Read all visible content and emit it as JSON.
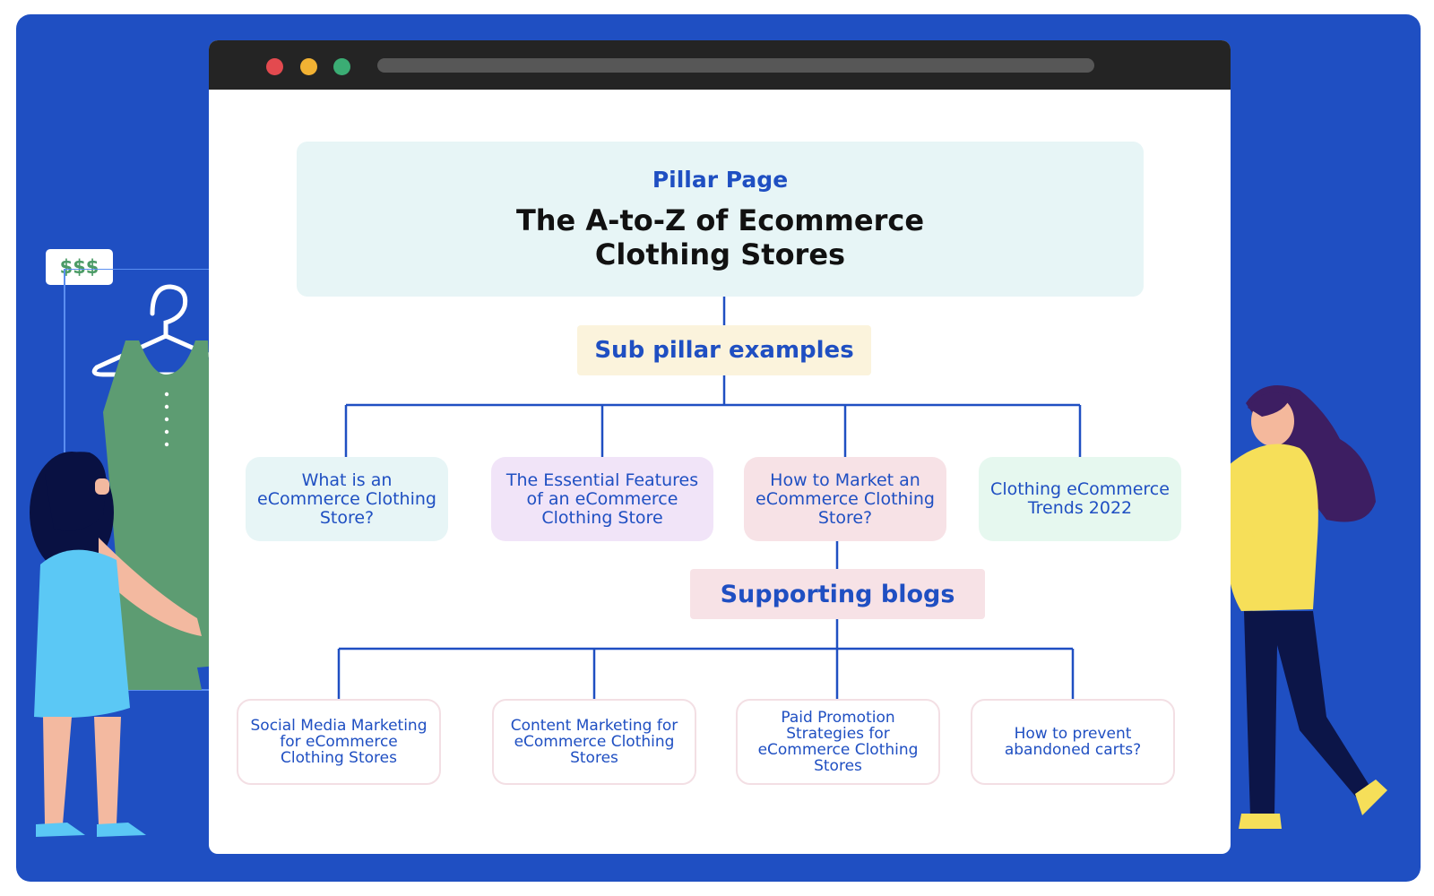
{
  "colors": {
    "frame": "#1f4fc2",
    "accent": "#1f4fc2",
    "titlebar": "#242424",
    "pillar_bg": "#e7f5f6",
    "subpillar_label_bg": "#fbf3dc",
    "supporting_label_bg": "#f7e2e6"
  },
  "browser": {
    "controls": [
      "close-dot-red",
      "minimize-dot-yellow",
      "maximize-dot-green"
    ]
  },
  "pillar": {
    "kicker": "Pillar Page",
    "title": "The A-to-Z of Ecommerce Clothing Stores"
  },
  "sub_pillar_label": "Sub pillar examples",
  "sub_pillars": [
    {
      "text": "What is an eCommerce Clothing Store?"
    },
    {
      "text": "The Essential Features of an eCommerce Clothing Store"
    },
    {
      "text": "How to Market an eCommerce Clothing Store?"
    },
    {
      "text": "Clothing eCommerce Trends 2022"
    }
  ],
  "supporting_label": "Supporting blogs",
  "blogs": [
    {
      "text": "Social Media Marketing for eCommerce Clothing Stores"
    },
    {
      "text": "Content Marketing for eCommerce Clothing Stores"
    },
    {
      "text": "Paid Promotion Strategies for eCommerce Clothing Stores"
    },
    {
      "text": "How to prevent abandoned carts?"
    }
  ],
  "decor": {
    "price_tag": "$$$",
    "icons": [
      "hanger-icon",
      "dress-icon",
      "woman-shopping-illustration",
      "woman-with-phone-illustration"
    ]
  }
}
